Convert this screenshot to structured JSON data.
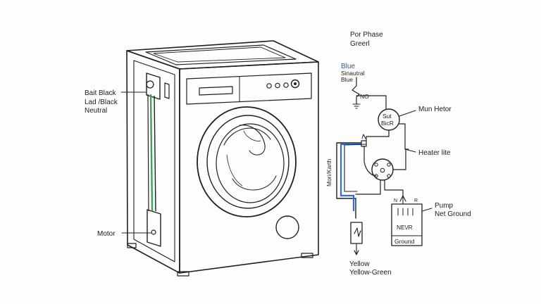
{
  "colors": {
    "ink": "#1f1f1f",
    "wire_green": "#3da35a",
    "wire_blue": "#2f6fd6",
    "label_blue": "#2b5aa8",
    "background": "#fdfdfd"
  },
  "machine_labels": {
    "bait_black": "Bait Black",
    "lad_black": "Lad /Black",
    "neutral": "Neutral",
    "motor": "Motor"
  },
  "schematic_labels": {
    "por_phase": "Por Phase",
    "greerl": "Greerl",
    "blue": "Blue",
    "sinautral": "Sinautral",
    "blue_small": "Blue",
    "no": "NO",
    "sut": "Sut",
    "bicr": "BicR",
    "mun_hetor": "Mun Hetor",
    "heater_lite": "Heater lite",
    "mori_karth": "Mori/Karth",
    "n": "N",
    "r": "R",
    "pump": "Pump",
    "net_ground": "Net Ground",
    "ne_nr": "NE\\/R",
    "ground": "Ground",
    "yellow": "Yellow",
    "yellow_green": "Yellow-Green"
  },
  "icons": {
    "motor_symbol": "motor-circle-icon",
    "switch_symbol": "switch-icon",
    "ground_symbol": "ground-icon"
  }
}
